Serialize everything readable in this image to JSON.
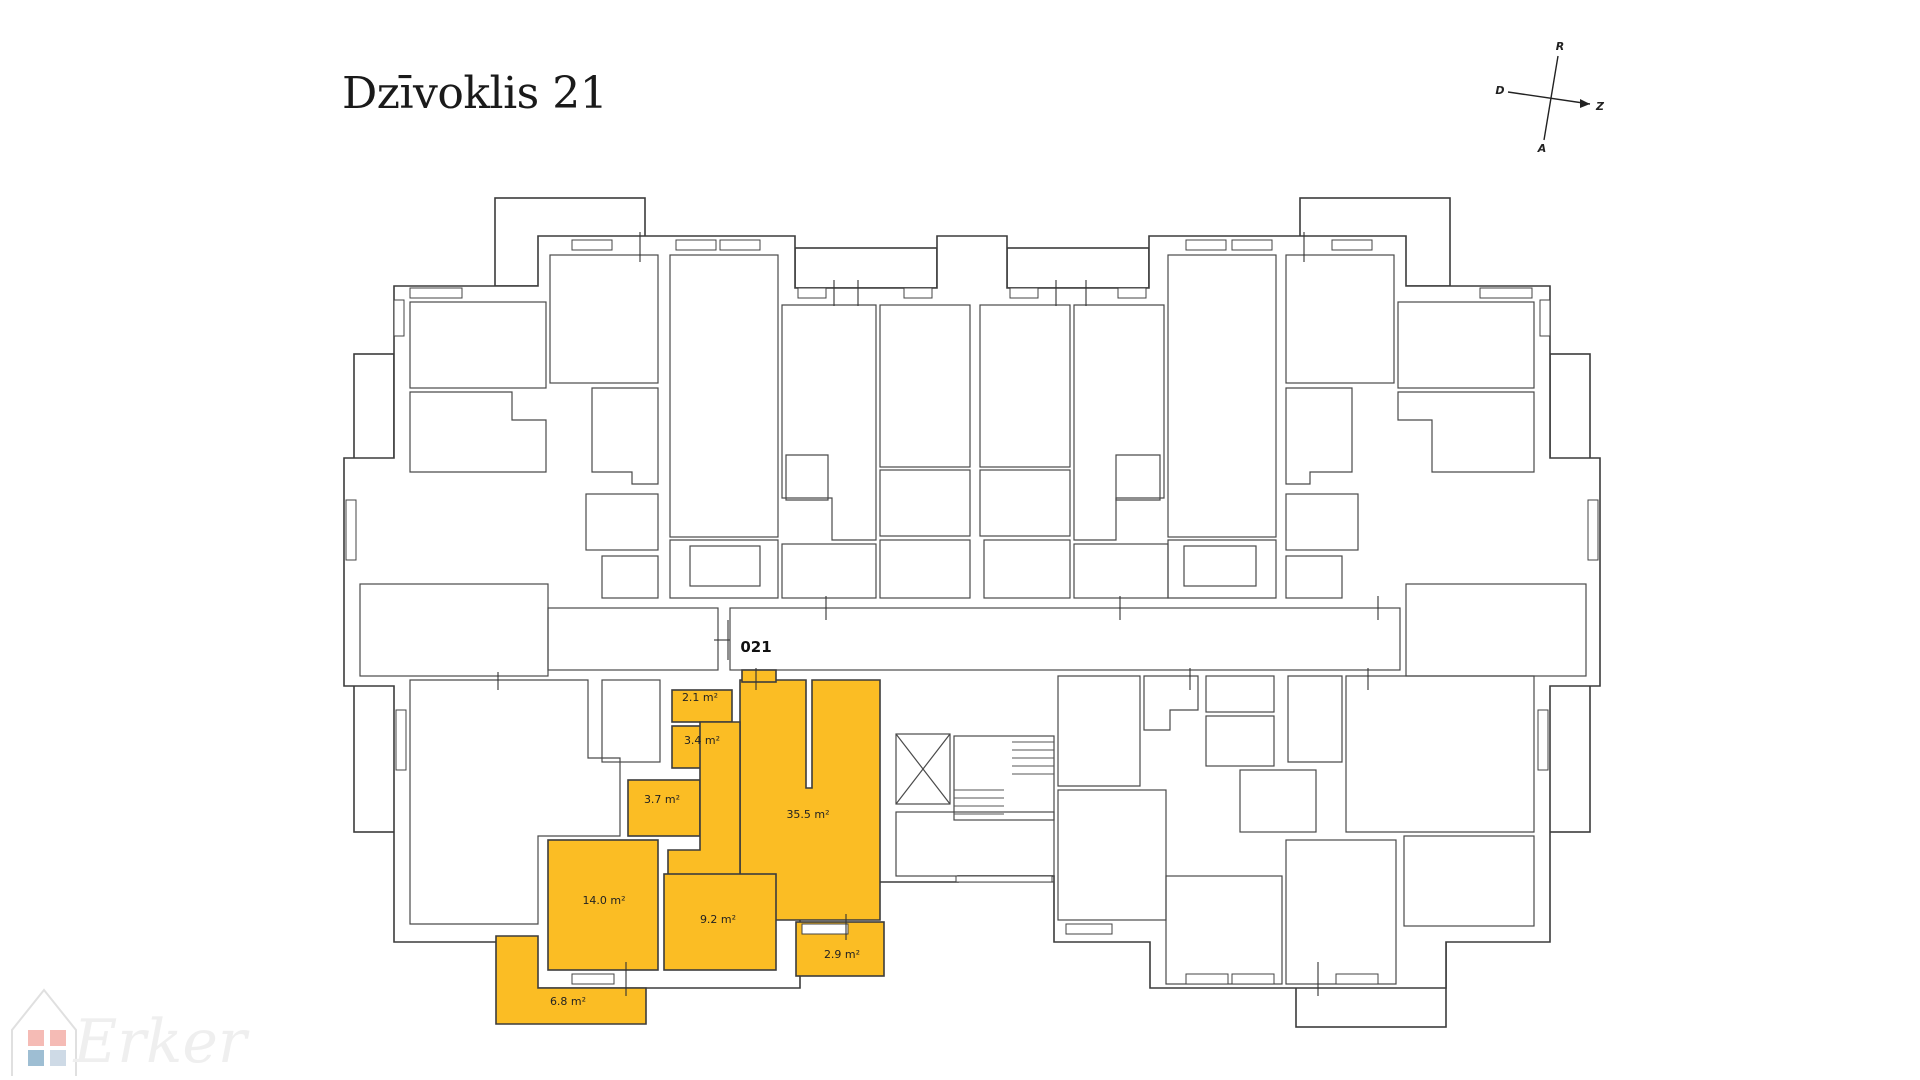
{
  "page": {
    "title": "Dzīvoklis 21"
  },
  "compass": {
    "north": "R",
    "south": "A",
    "west": "D",
    "east": "Z"
  },
  "unit_label": "021",
  "rooms": [
    {
      "id": "r1",
      "area": "2.1 m²"
    },
    {
      "id": "r2",
      "area": "3.4 m²"
    },
    {
      "id": "r3",
      "area": "3.7 m²"
    },
    {
      "id": "r4",
      "area": "35.5 m²"
    },
    {
      "id": "r5",
      "area": "14.0 m²"
    },
    {
      "id": "r6",
      "area": "9.2 m²"
    },
    {
      "id": "r7",
      "area": "2.9 m²"
    },
    {
      "id": "r8",
      "area": "6.8 m²"
    }
  ],
  "watermark": {
    "brand": "Erker"
  },
  "colors": {
    "apartment": "#fbbd24",
    "walls": "#3c3c3c",
    "background": "#ffffff"
  }
}
